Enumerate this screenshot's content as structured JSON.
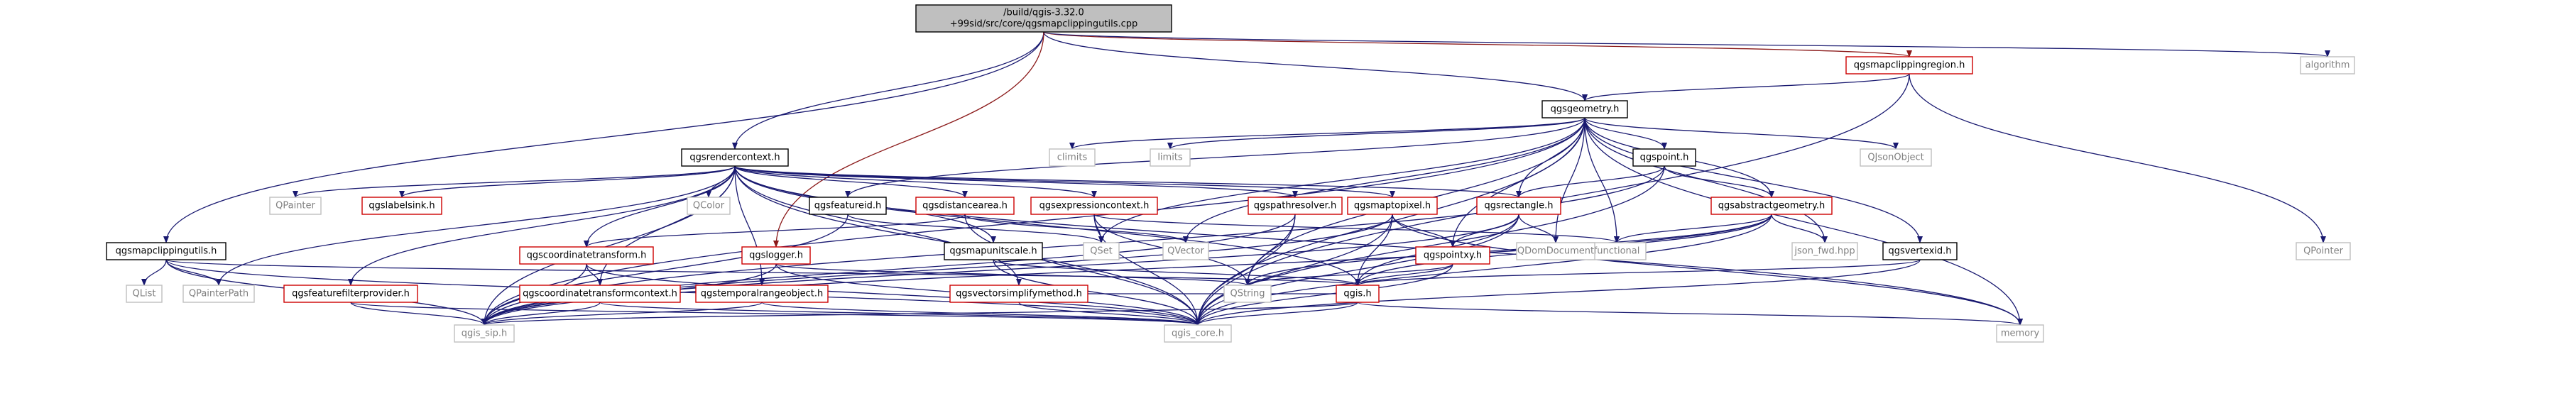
{
  "colors": {
    "edge": "#191970",
    "edge_red": "#8b1a1a",
    "root_fill": "#bfbfbf",
    "node_border": "#000000",
    "red_border": "#cc0000",
    "gray_border": "#bfbfbf",
    "gray_text": "#808080"
  },
  "nodes": [
    {
      "id": "root",
      "lines": [
        "/build/qgis-3.32.0",
        "+99sid/src/core/qgsmapclippingutils.cpp"
      ],
      "style": "root"
    },
    {
      "id": "qgsmapclippingregion_h",
      "lines": [
        "qgsmapclippingregion.h"
      ],
      "style": "red"
    },
    {
      "id": "algorithm",
      "lines": [
        "algorithm"
      ],
      "style": "gray"
    },
    {
      "id": "qgsgeometry_h",
      "lines": [
        "qgsgeometry.h"
      ],
      "style": "black"
    },
    {
      "id": "qgsrendercontext_h",
      "lines": [
        "qgsrendercontext.h"
      ],
      "style": "black"
    },
    {
      "id": "climits",
      "lines": [
        "climits"
      ],
      "style": "gray"
    },
    {
      "id": "limits",
      "lines": [
        "limits"
      ],
      "style": "gray"
    },
    {
      "id": "qgspoint_h",
      "lines": [
        "qgspoint.h"
      ],
      "style": "black"
    },
    {
      "id": "qjsonobject",
      "lines": [
        "QJsonObject"
      ],
      "style": "gray"
    },
    {
      "id": "qpainter",
      "lines": [
        "QPainter"
      ],
      "style": "gray"
    },
    {
      "id": "qgslabelsink_h",
      "lines": [
        "qgslabelsink.h"
      ],
      "style": "red"
    },
    {
      "id": "qcolor",
      "lines": [
        "QColor"
      ],
      "style": "gray"
    },
    {
      "id": "qgsfeatureid_h",
      "lines": [
        "qgsfeatureid.h"
      ],
      "style": "black"
    },
    {
      "id": "qgsdistancearea_h",
      "lines": [
        "qgsdistancearea.h"
      ],
      "style": "red"
    },
    {
      "id": "qgsexpressioncontext_h",
      "lines": [
        "qgsexpressioncontext.h"
      ],
      "style": "red"
    },
    {
      "id": "qgspathresolver_h",
      "lines": [
        "qgspathresolver.h"
      ],
      "style": "red"
    },
    {
      "id": "qgsmaptopixel_h",
      "lines": [
        "qgsmaptopixel.h"
      ],
      "style": "red"
    },
    {
      "id": "qgsrectangle_h",
      "lines": [
        "qgsrectangle.h"
      ],
      "style": "red"
    },
    {
      "id": "qgsabstractgeometry_h",
      "lines": [
        "qgsabstractgeometry.h"
      ],
      "style": "red"
    },
    {
      "id": "qgsmapclippingutils_h",
      "lines": [
        "qgsmapclippingutils.h"
      ],
      "style": "black"
    },
    {
      "id": "qgscoordinatetransform_h",
      "lines": [
        "qgscoordinatetransform.h"
      ],
      "style": "red"
    },
    {
      "id": "qgslogger_h",
      "lines": [
        "qgslogger.h"
      ],
      "style": "red"
    },
    {
      "id": "qgsmapunitscale_h",
      "lines": [
        "qgsmapunitscale.h"
      ],
      "style": "black"
    },
    {
      "id": "qset",
      "lines": [
        "QSet"
      ],
      "style": "gray"
    },
    {
      "id": "qvector",
      "lines": [
        "QVector"
      ],
      "style": "gray"
    },
    {
      "id": "functional",
      "lines": [
        "functional"
      ],
      "style": "gray"
    },
    {
      "id": "qgspointxy_h",
      "lines": [
        "qgspointxy.h"
      ],
      "style": "red"
    },
    {
      "id": "qdomdocument",
      "lines": [
        "QDomDocument"
      ],
      "style": "gray"
    },
    {
      "id": "json_fwd_hpp",
      "lines": [
        "json_fwd.hpp"
      ],
      "style": "gray"
    },
    {
      "id": "qgsvertexid_h",
      "lines": [
        "qgsvertexid.h"
      ],
      "style": "black"
    },
    {
      "id": "qpointer",
      "lines": [
        "QPointer"
      ],
      "style": "gray"
    },
    {
      "id": "qlist",
      "lines": [
        "QList"
      ],
      "style": "gray"
    },
    {
      "id": "qpainterpath",
      "lines": [
        "QPainterPath"
      ],
      "style": "gray"
    },
    {
      "id": "qgsfeaturefilterprovider_h",
      "lines": [
        "qgsfeaturefilterprovider.h"
      ],
      "style": "red"
    },
    {
      "id": "qgscoordinatetransformcontext_h",
      "lines": [
        "qgscoordinatetransformcontext.h"
      ],
      "style": "red"
    },
    {
      "id": "qgstemporalrangeobject_h",
      "lines": [
        "qgstemporalrangeobject.h"
      ],
      "style": "red"
    },
    {
      "id": "qgsvectorsimplifymethod_h",
      "lines": [
        "qgsvectorsimplifymethod.h"
      ],
      "style": "red"
    },
    {
      "id": "qstring",
      "lines": [
        "QString"
      ],
      "style": "gray"
    },
    {
      "id": "qgis_h",
      "lines": [
        "qgis.h"
      ],
      "style": "red"
    },
    {
      "id": "qgis_sip_h",
      "lines": [
        "qgis_sip.h"
      ],
      "style": "gray"
    },
    {
      "id": "qgis_core_h",
      "lines": [
        "qgis_core.h"
      ],
      "style": "gray"
    },
    {
      "id": "memory",
      "lines": [
        "memory"
      ],
      "style": "gray"
    }
  ],
  "edges": [
    [
      "root",
      "qgsmapclippingregion_h"
    ],
    [
      "root",
      "algorithm"
    ],
    [
      "root",
      "qgsgeometry_h"
    ],
    [
      "root",
      "qgsrendercontext_h"
    ],
    [
      "root",
      "qgsmapclippingutils_h"
    ],
    [
      "root",
      "qgslogger_h"
    ],
    [
      "qgsmapclippingregion_h",
      "qgsgeometry_h"
    ],
    [
      "qgsmapclippingregion_h",
      "qpointer"
    ],
    [
      "qgsmapclippingregion_h",
      "qgis_core_h"
    ],
    [
      "qgsgeometry_h",
      "climits"
    ],
    [
      "qgsgeometry_h",
      "limits"
    ],
    [
      "qgsgeometry_h",
      "qgspoint_h"
    ],
    [
      "qgsgeometry_h",
      "qjsonobject"
    ],
    [
      "qgsgeometry_h",
      "qgsabstractgeometry_h"
    ],
    [
      "qgsgeometry_h",
      "qgsrectangle_h"
    ],
    [
      "qgsgeometry_h",
      "qgsfeatureid_h"
    ],
    [
      "qgsgeometry_h",
      "qset"
    ],
    [
      "qgsgeometry_h",
      "qvector"
    ],
    [
      "qgsgeometry_h",
      "functional"
    ],
    [
      "qgsgeometry_h",
      "qdomdocument"
    ],
    [
      "qgsgeometry_h",
      "json_fwd_hpp"
    ],
    [
      "qgsgeometry_h",
      "qgsvertexid_h"
    ],
    [
      "qgsgeometry_h",
      "qgspointxy_h"
    ],
    [
      "qgsgeometry_h",
      "qstring"
    ],
    [
      "qgsgeometry_h",
      "memory"
    ],
    [
      "qgsgeometry_h",
      "qgis_core_h"
    ],
    [
      "qgsgeometry_h",
      "qgis_sip_h"
    ],
    [
      "qgsrendercontext_h",
      "qpainter"
    ],
    [
      "qgsrendercontext_h",
      "qgslabelsink_h"
    ],
    [
      "qgsrendercontext_h",
      "qcolor"
    ],
    [
      "qgsrendercontext_h",
      "qgsdistancearea_h"
    ],
    [
      "qgsrendercontext_h",
      "qgsexpressioncontext_h"
    ],
    [
      "qgsrendercontext_h",
      "qgspathresolver_h"
    ],
    [
      "qgsrendercontext_h",
      "qgsmaptopixel_h"
    ],
    [
      "qgsrendercontext_h",
      "qgsrectangle_h"
    ],
    [
      "qgsrendercontext_h",
      "qgscoordinatetransform_h"
    ],
    [
      "qgsrendercontext_h",
      "qgsmapunitscale_h"
    ],
    [
      "qgsrendercontext_h",
      "qgsfeaturefilterprovider_h"
    ],
    [
      "qgsrendercontext_h",
      "qgscoordinatetransformcontext_h"
    ],
    [
      "qgsrendercontext_h",
      "qgstemporalrangeobject_h"
    ],
    [
      "qgsrendercontext_h",
      "qgsvectorsimplifymethod_h"
    ],
    [
      "qgsrendercontext_h",
      "qpainterpath"
    ],
    [
      "qgsrendercontext_h",
      "memory"
    ],
    [
      "qgsrendercontext_h",
      "qgis_core_h"
    ],
    [
      "qgsrendercontext_h",
      "qgis_sip_h"
    ],
    [
      "qgsrendercontext_h",
      "qgis_h"
    ],
    [
      "qgspoint_h",
      "qgsabstractgeometry_h"
    ],
    [
      "qgspoint_h",
      "qgsrectangle_h"
    ],
    [
      "qgspoint_h",
      "qgis_core_h"
    ],
    [
      "qgspoint_h",
      "qgis_sip_h"
    ],
    [
      "qgsabstractgeometry_h",
      "functional"
    ],
    [
      "qgsabstractgeometry_h",
      "json_fwd_hpp"
    ],
    [
      "qgsabstractgeometry_h",
      "qgis_h"
    ],
    [
      "qgsabstractgeometry_h",
      "qstring"
    ],
    [
      "qgsabstractgeometry_h",
      "qgis_core_h"
    ],
    [
      "qgsabstractgeometry_h",
      "qgis_sip_h"
    ],
    [
      "qgsrectangle_h",
      "qdomdocument"
    ],
    [
      "qgsrectangle_h",
      "qgspointxy_h"
    ],
    [
      "qgsrectangle_h",
      "qgis_h"
    ],
    [
      "qgsrectangle_h",
      "qgis_core_h"
    ],
    [
      "qgsrectangle_h",
      "qgis_sip_h"
    ],
    [
      "qgsfeatureid_h",
      "qset"
    ],
    [
      "qgsfeatureid_h",
      "qgis_sip_h"
    ],
    [
      "qgsdistancearea_h",
      "qvector"
    ],
    [
      "qgsdistancearea_h",
      "qgscoordinatetransform_h"
    ],
    [
      "qgsdistancearea_h",
      "qgis_core_h"
    ],
    [
      "qgsexpressioncontext_h",
      "qset"
    ],
    [
      "qgsexpressioncontext_h",
      "functional"
    ],
    [
      "qgsexpressioncontext_h",
      "qgis_core_h"
    ],
    [
      "qgsexpressioncontext_h",
      "qstring"
    ],
    [
      "qgspathresolver_h",
      "qstring"
    ],
    [
      "qgspathresolver_h",
      "qgis_core_h"
    ],
    [
      "qgspathresolver_h",
      "qgis_sip_h"
    ],
    [
      "qgsmaptopixel_h",
      "qgspointxy_h"
    ],
    [
      "qgsmaptopixel_h",
      "qgis_h"
    ],
    [
      "qgsmaptopixel_h",
      "qgis_core_h"
    ],
    [
      "qgsmaptopixel_h",
      "qgis_sip_h"
    ],
    [
      "qgsmaptopixel_h",
      "memory"
    ],
    [
      "qgspointxy_h",
      "qgis_h"
    ],
    [
      "qgspointxy_h",
      "qgis_core_h"
    ],
    [
      "qgspointxy_h",
      "qstring"
    ],
    [
      "qgis_h",
      "qgis_core_h"
    ],
    [
      "qgis_h",
      "qgis_sip_h"
    ],
    [
      "qgis_h",
      "memory"
    ],
    [
      "qgsvertexid_h",
      "qgis_core_h"
    ],
    [
      "qgsvertexid_h",
      "qgis_h"
    ],
    [
      "qgsmapclippingutils_h",
      "qlist"
    ],
    [
      "qgsmapclippingutils_h",
      "qpainterpath"
    ],
    [
      "qgsmapclippingutils_h",
      "qgis_core_h"
    ],
    [
      "qgsmapclippingutils_h",
      "qgis_sip_h"
    ],
    [
      "qgsmapclippingutils_h",
      "qgis_h"
    ],
    [
      "qgscoordinatetransform_h",
      "qgscoordinatetransformcontext_h"
    ],
    [
      "qgscoordinatetransform_h",
      "qgis_core_h"
    ],
    [
      "qgscoordinatetransform_h",
      "qgis_sip_h"
    ],
    [
      "qgscoordinatetransformcontext_h",
      "qgis_core_h"
    ],
    [
      "qgscoordinatetransformcontext_h",
      "qgis_sip_h"
    ],
    [
      "qgslogger_h",
      "qstring"
    ],
    [
      "qgslogger_h",
      "qgis_core_h"
    ],
    [
      "qgslogger_h",
      "qgis_sip_h"
    ],
    [
      "qgsmapunitscale_h",
      "qgis_core_h"
    ],
    [
      "qgsmapunitscale_h",
      "qgis_h"
    ],
    [
      "qgsfeaturefilterprovider_h",
      "qgis_core_h"
    ],
    [
      "qgsfeaturefilterprovider_h",
      "qgis_sip_h"
    ],
    [
      "qgstemporalrangeobject_h",
      "qgis_core_h"
    ],
    [
      "qgstemporalrangeobject_h",
      "qgis_sip_h"
    ],
    [
      "qgsvectorsimplifymethod_h",
      "qgis_core_h"
    ],
    [
      "qgsvectorsimplifymethod_h",
      "qgis_h"
    ]
  ]
}
